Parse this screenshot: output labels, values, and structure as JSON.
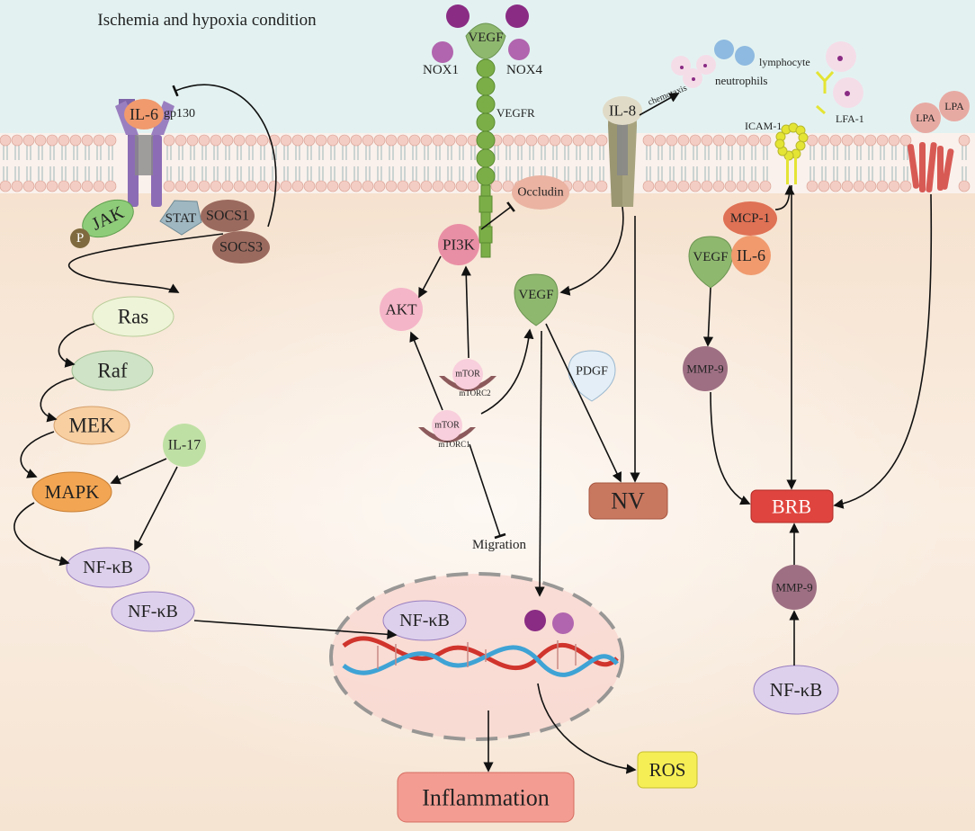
{
  "title": "Ischemia and hypoxia condition",
  "nodes": {
    "il6_receptor": "IL-6",
    "gp130": "gp130",
    "jak": "JAK",
    "phospho": "P",
    "stat": "STAT",
    "socs1": "SOCS1",
    "socs3": "SOCS3",
    "ras": "Ras",
    "raf": "Raf",
    "mek": "MEK",
    "mapk": "MAPK",
    "il17": "IL-17",
    "nfkb_1": "NF-κB",
    "nfkb_2": "NF-κB",
    "nfkb_nucleus": "NF-κB",
    "vegf_top": "VEGF",
    "nox1": "NOX1",
    "nox4": "NOX4",
    "vegfr": "VEGFR",
    "occludin": "Occludin",
    "pi3k": "PI3K",
    "akt": "AKT",
    "mtor2": "mTOR",
    "mtorc2": "mTORC2",
    "mtor1": "mTOR",
    "mtorc1": "mTORC1",
    "vegf_mid": "VEGF",
    "pdgf": "PDGF",
    "migration": "Migration",
    "il8": "IL-8",
    "chemotaxis": "chemotaxis",
    "neutrophils": "neutrophils",
    "lymphocyte": "lymphocyte",
    "icam1": "ICAM-1",
    "lfa1": "LFA-1",
    "lpa_1": "LPA",
    "lpa_2": "LPA",
    "mcp1": "MCP-1",
    "vegf_right": "VEGF",
    "il6_right": "IL-6",
    "mmp9_1": "MMP-9",
    "mmp9_2": "MMP-9",
    "nfkb_right": "NF-κB",
    "nv": "NV",
    "brb": "BRB",
    "ros": "ROS",
    "inflammation": "Inflammation"
  },
  "colors": {
    "extracellular": "#e3f2f1",
    "cytoplasm": "#f8e9da",
    "membrane_head": "#f3cdc4",
    "il6": "#f09a6e",
    "receptor_purple": "#9a7fc0",
    "jak": "#8fcc7a",
    "stat": "#9fb7c1",
    "socs": "#9b6a5e",
    "ras": "#eef4d8",
    "raf": "#cfe3c6",
    "mek": "#f7cfa1",
    "mapk": "#f2a653",
    "il17": "#bfe0a4",
    "nfkb": "#ddd0ec",
    "vegf": "#8fb86f",
    "nox_purple": "#8a2c84",
    "vegfr": "#7cae48",
    "occludin": "#eab3a2",
    "pi3k": "#e98fa5",
    "akt": "#f5b5c8",
    "mtor": "#f8cfdc",
    "mtorc": "#8d5a5c",
    "pdgf": "#e3eef6",
    "il8": "#e0dbc7",
    "receptor_olive": "#9a9672",
    "neutrophil": "#f5dde8",
    "lymphocyte": "#8eb9e0",
    "icam": "#e4e434",
    "lpa": "#e7aaa3",
    "lpa_receptor": "#d85a55",
    "mcp1": "#df7155",
    "mmp9": "#9e6f83",
    "nv": "#c97860",
    "brb": "#e0443e",
    "ros": "#f6ee55",
    "inflammation": "#f39c92",
    "nucleus": "#f9d9d2",
    "dna_red": "#d0342c",
    "dna_blue": "#3fa3d5"
  }
}
